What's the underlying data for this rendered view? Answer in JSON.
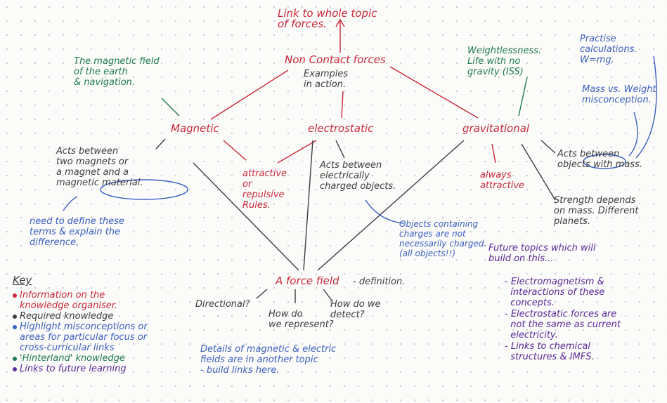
{
  "top_link": "Link to whole topic\nof forces.",
  "center": {
    "title": "Non Contact forces",
    "sub": "Examples\nin action."
  },
  "branches": {
    "magnetic": "Magnetic",
    "electrostatic": "electrostatic",
    "gravitational": "gravitational"
  },
  "notes": {
    "earth_field": "The magnetic field\nof the earth\n& navigation.",
    "weightless": "Weightlessness.\nLife with no\ngravity (ISS)",
    "practise": "Practise\ncalculations.\nW=mg.",
    "mass_weight": "Mass vs. Weight\nmisconception.",
    "magnetic_acts": "Acts between\ntwo magnets or\na magnet and a\nmagnetic material.",
    "define_terms": "need to define these\nterms & explain the\ndifference.",
    "attract_repel": "attractive\nor\nrepulsive\nRules.",
    "electro_acts": "Acts between\nelectrically\ncharged objects.",
    "always_attractive": "always\nattractive",
    "grav_acts": "Acts between\nobjects with mass.",
    "strength": "Strength depends\non mass. Different\nplanets.",
    "objects_charges": "Objects containing\ncharges are not\nnecessarily charged.\n(all objects!!)",
    "future_title": "Future topics which will\nbuild on this...",
    "future_items": [
      "- Electromagnetism &\n  interactions of these\n  concepts.",
      "- Electrostatic forces are\n  not the same as current\n  electricity.",
      "- Links to chemical\n  structures & IMFS."
    ],
    "force_field": "A force field",
    "definition": "- definition.",
    "directional": "Directional?",
    "represent": "How do\nwe represent?",
    "detect": "How do we\ndetect?",
    "details": "Details of magnetic & electric\nfields are in another topic\n- build links here."
  },
  "key": {
    "title": "Key",
    "items": [
      {
        "label": "Information on the\nknowledge organiser.",
        "color": "#c8283a"
      },
      {
        "label": "Required knowledge",
        "color": "#3d3d3d"
      },
      {
        "label": "Highlight misconceptions or\nareas for particular focus or\ncross-curricular links",
        "color": "#3a5ec0"
      },
      {
        "label": "'Hinterland' knowledge",
        "color": "#1f7a55"
      },
      {
        "label": "Links to future learning",
        "color": "#5a2a9a"
      }
    ]
  }
}
